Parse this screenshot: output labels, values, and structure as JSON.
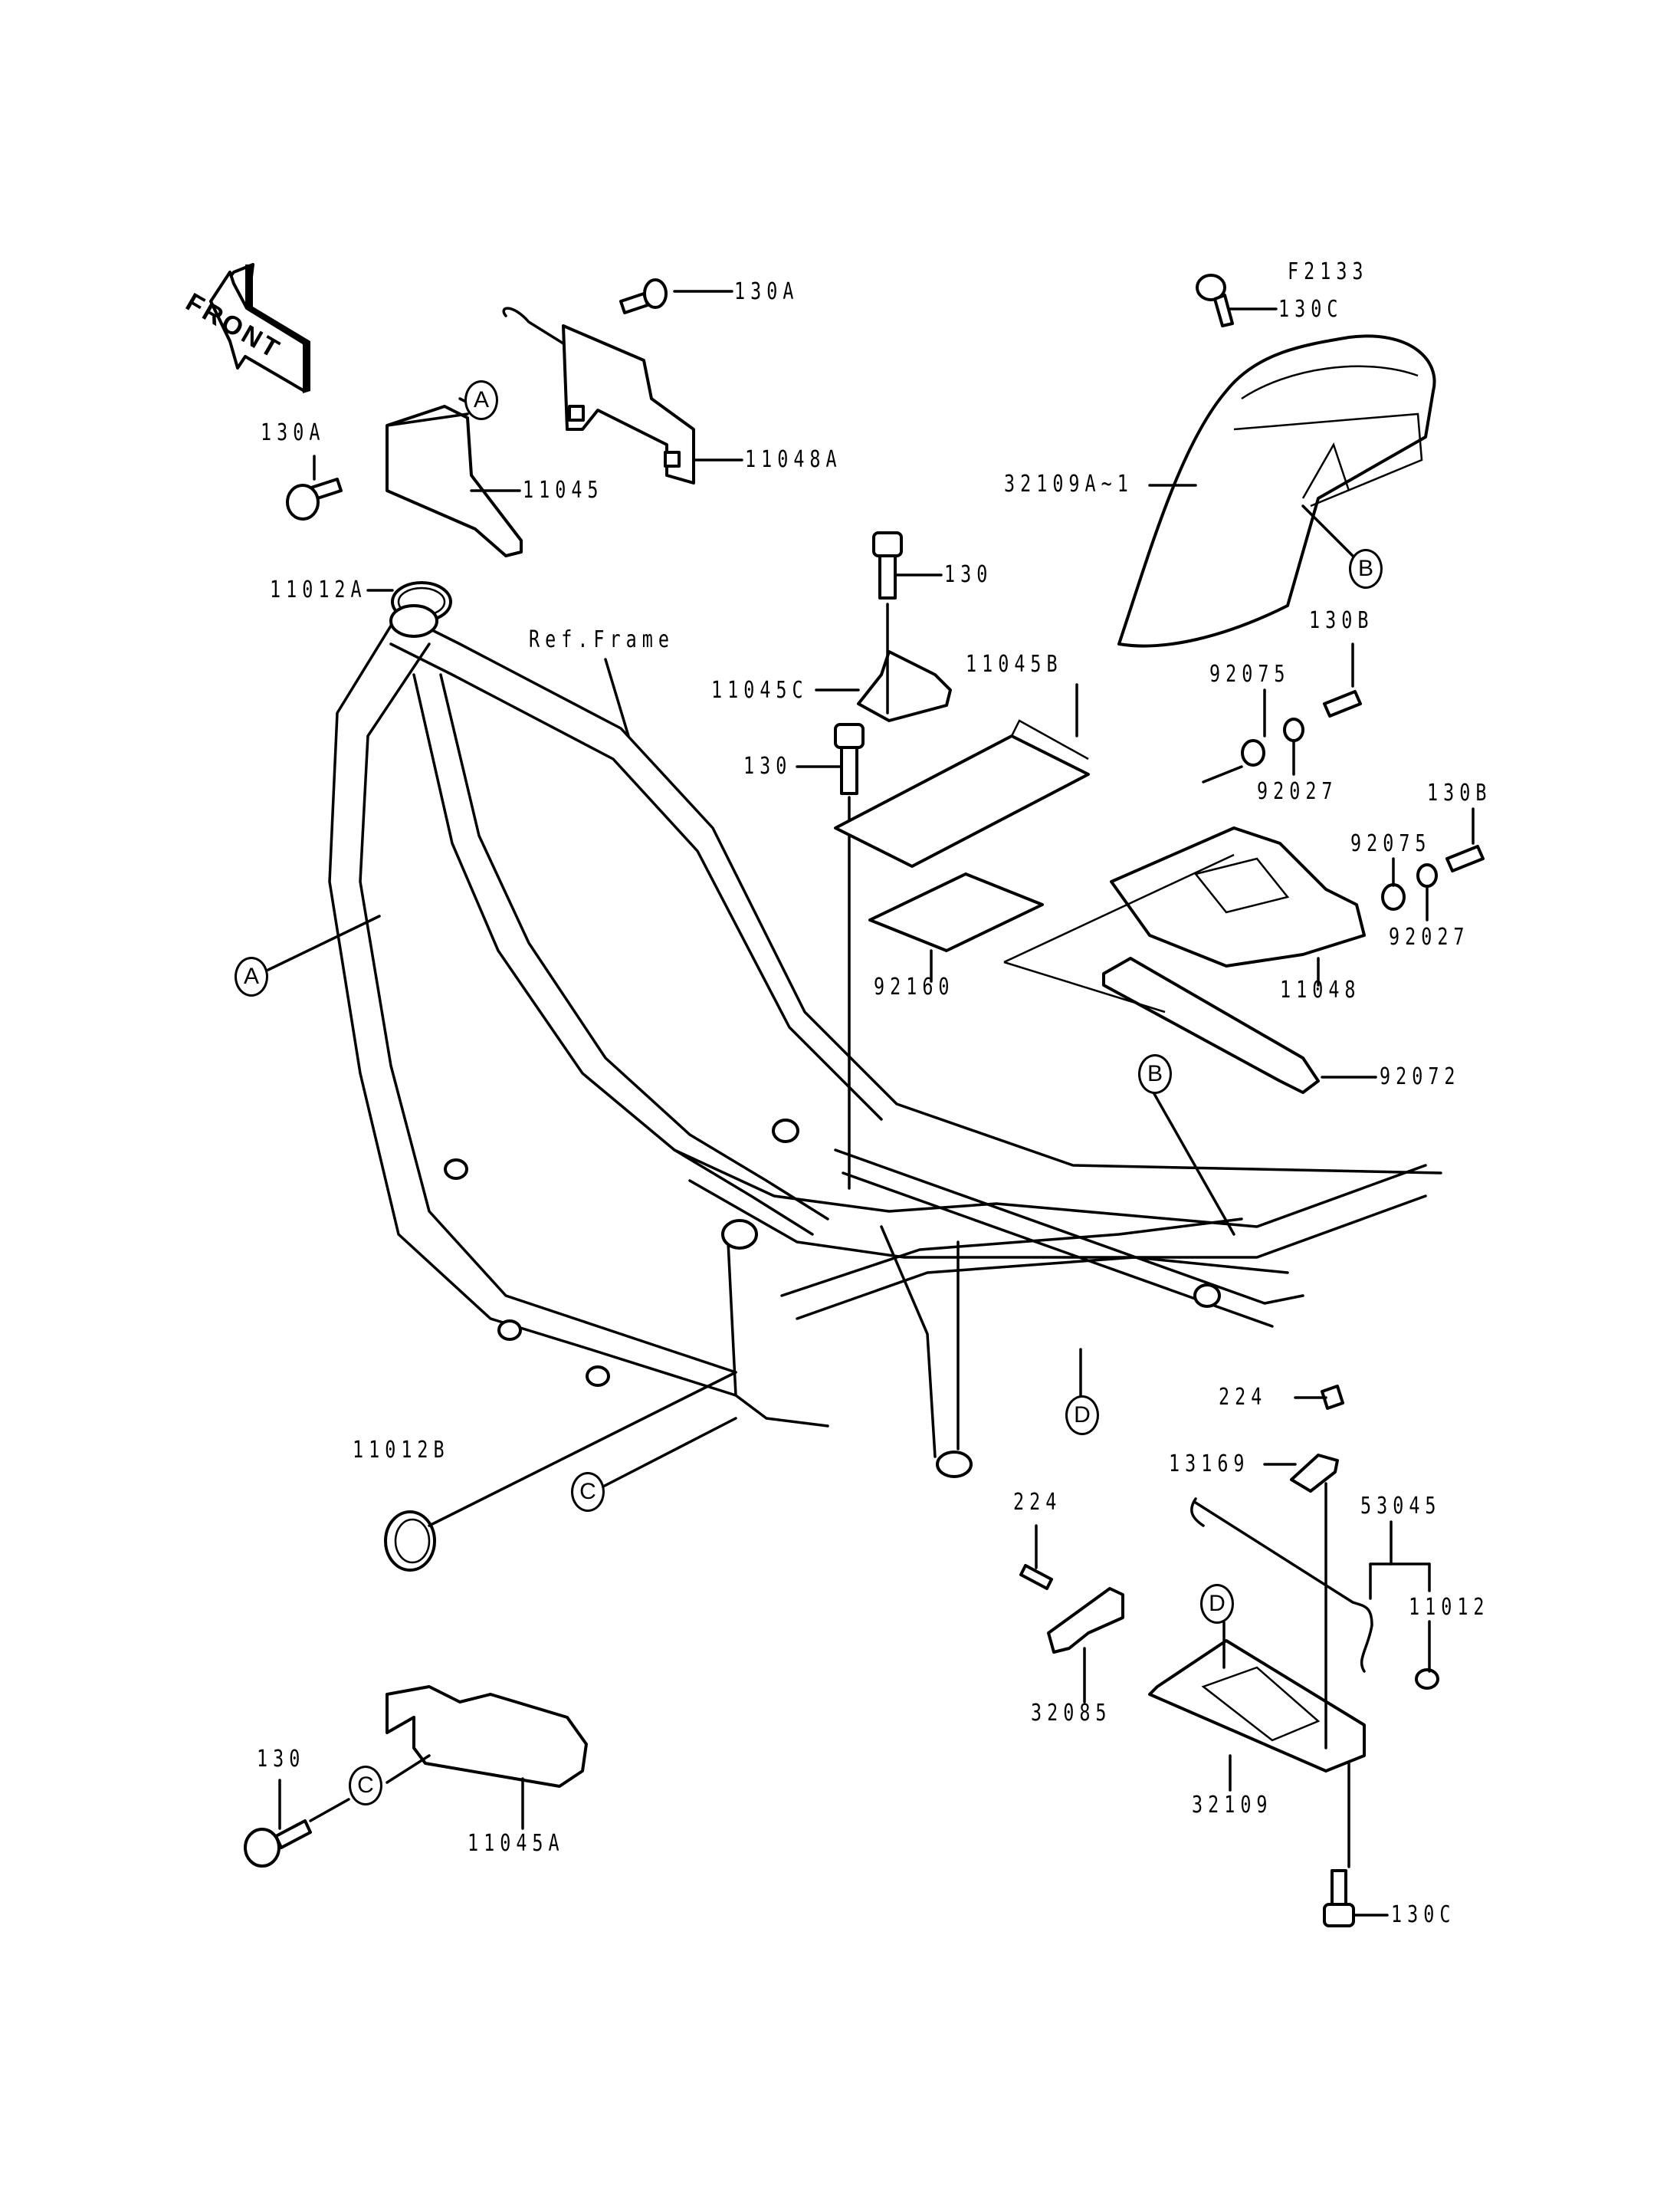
{
  "figure_code": "F2133",
  "direction_indicator": "FRONT",
  "frame_reference": "Ref.Frame",
  "parts": [
    {
      "id": "p130a-top",
      "number": "130A"
    },
    {
      "id": "p130c-top",
      "number": "130C"
    },
    {
      "id": "p11048a",
      "number": "11048A"
    },
    {
      "id": "p130a-left",
      "number": "130A"
    },
    {
      "id": "p11045",
      "number": "11045"
    },
    {
      "id": "p32109a",
      "number": "32109A~1"
    },
    {
      "id": "p11012a",
      "number": "11012A"
    },
    {
      "id": "p130-upper",
      "number": "130"
    },
    {
      "id": "p130b-upper",
      "number": "130B"
    },
    {
      "id": "p11045c",
      "number": "11045C"
    },
    {
      "id": "p11045b",
      "number": "11045B"
    },
    {
      "id": "p92075-upper",
      "number": "92075"
    },
    {
      "id": "p130-mid",
      "number": "130"
    },
    {
      "id": "p92027-upper",
      "number": "92027"
    },
    {
      "id": "p130b-lower",
      "number": "130B"
    },
    {
      "id": "p92075-lower",
      "number": "92075"
    },
    {
      "id": "p92027-lower",
      "number": "92027"
    },
    {
      "id": "p92160",
      "number": "92160"
    },
    {
      "id": "p11048",
      "number": "11048"
    },
    {
      "id": "p92072",
      "number": "92072"
    },
    {
      "id": "p224-right",
      "number": "224"
    },
    {
      "id": "p11012b",
      "number": "11012B"
    },
    {
      "id": "p13169",
      "number": "13169"
    },
    {
      "id": "p53045",
      "number": "53045"
    },
    {
      "id": "p224-left",
      "number": "224"
    },
    {
      "id": "p11012",
      "number": "11012"
    },
    {
      "id": "p32085",
      "number": "32085"
    },
    {
      "id": "p32109",
      "number": "32109"
    },
    {
      "id": "p130-bottom",
      "number": "130"
    },
    {
      "id": "p11045a",
      "number": "11045A"
    },
    {
      "id": "p130c-bottom",
      "number": "130C"
    }
  ],
  "reference_markers": {
    "a_top": "A",
    "a_left": "A",
    "b_top": "B",
    "b_mid": "B",
    "c_mid": "C",
    "c_bottom": "C",
    "d_mid": "D",
    "d_bottom": "D"
  }
}
